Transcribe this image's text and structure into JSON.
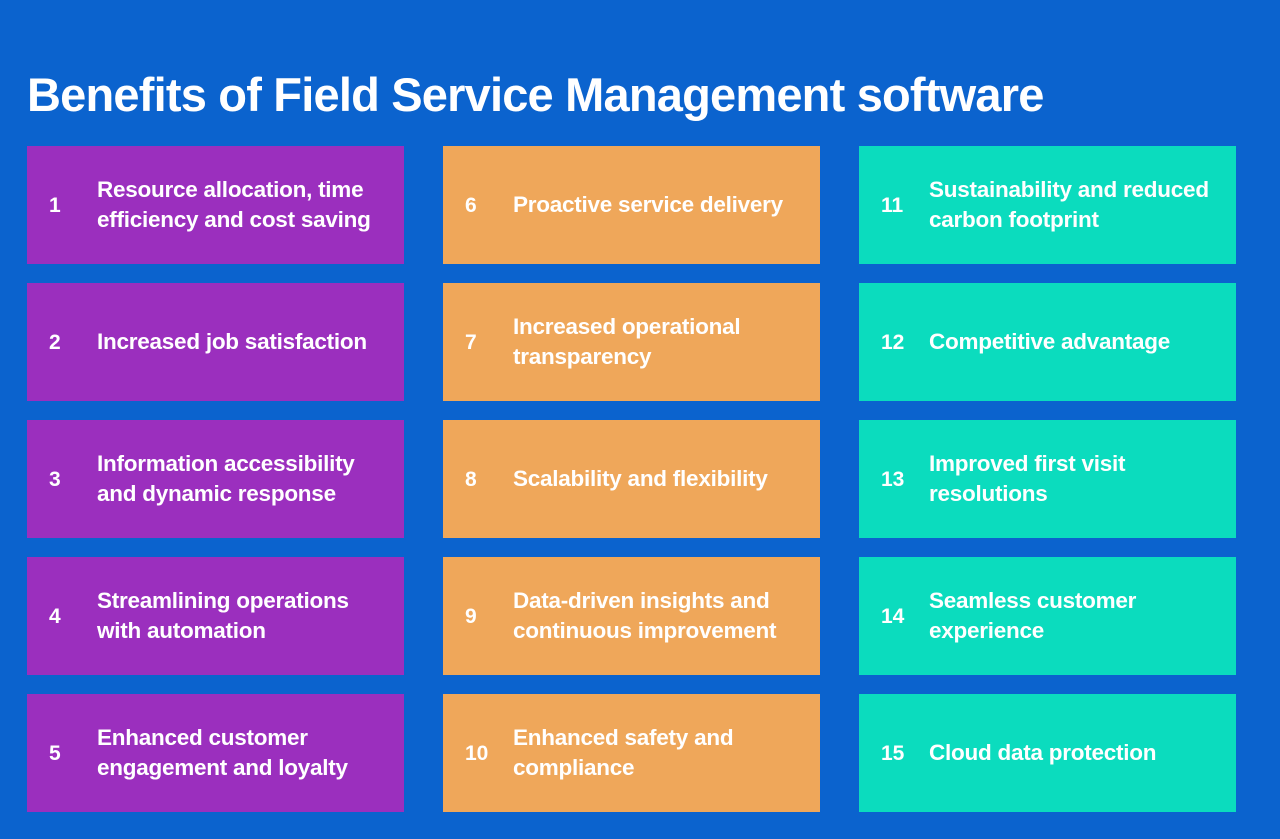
{
  "header": {
    "title": "Benefits of Field Service Management software"
  },
  "colors": {
    "background": "#0B63CE",
    "column_1": "#9B2FBE",
    "column_2": "#EFA75A",
    "column_3": "#0BDCBE",
    "text": "#FFFFFF"
  },
  "columns": [
    {
      "name": "column-1",
      "color_key": "column_1",
      "color": "#9B2FBE",
      "theme": "purple",
      "items": [
        {
          "number": "1",
          "label": "Resource allocation, time efficiency and cost saving"
        },
        {
          "number": "2",
          "label": "Increased job satisfaction"
        },
        {
          "number": "3",
          "label": "Information accessibility and dynamic response"
        },
        {
          "number": "4",
          "label": "Streamlining operations with automation"
        },
        {
          "number": "5",
          "label": "Enhanced customer engagement and loyalty"
        }
      ]
    },
    {
      "name": "column-2",
      "color_key": "column_2",
      "color": "#EFA75A",
      "theme": "orange",
      "items": [
        {
          "number": "6",
          "label": "Proactive service delivery"
        },
        {
          "number": "7",
          "label": "Increased operational transparency"
        },
        {
          "number": "8",
          "label": "Scalability and flexibility"
        },
        {
          "number": "9",
          "label": "Data-driven insights and continuous improvement"
        },
        {
          "number": "10",
          "label": "Enhanced safety and compliance"
        }
      ]
    },
    {
      "name": "column-3",
      "color_key": "column_3",
      "color": "#0BDCBE",
      "theme": "teal",
      "items": [
        {
          "number": "11",
          "label": "Sustainability and reduced carbon footprint"
        },
        {
          "number": "12",
          "label": "Competitive advantage"
        },
        {
          "number": "13",
          "label": "Improved first visit resolutions"
        },
        {
          "number": "14",
          "label": "Seamless customer experience"
        },
        {
          "number": "15",
          "label": "Cloud data protection"
        }
      ]
    }
  ]
}
